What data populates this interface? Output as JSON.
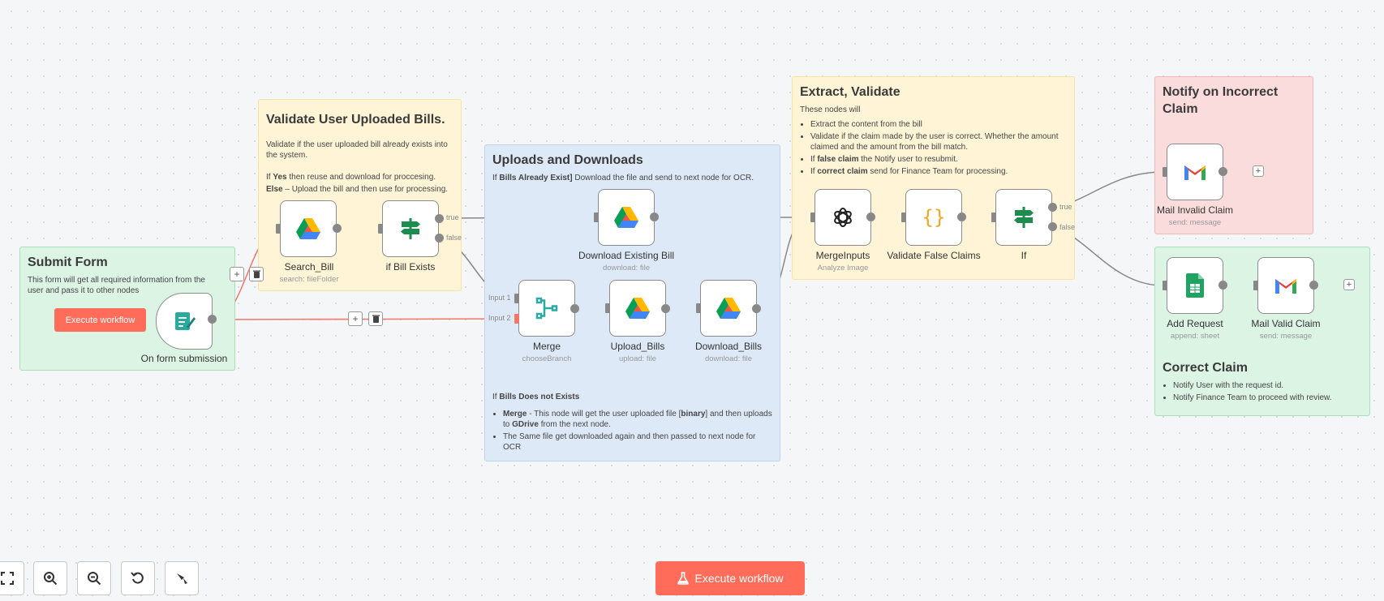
{
  "notes": {
    "validate": {
      "title": "Validate User Uploaded Bills.",
      "line1": "Validate if the user uploaded bill already exists into the system.",
      "yes_bold": "Yes",
      "line2_pre": "If ",
      "line2_post": " then reuse and download for proccesing.",
      "else_bold": "Else",
      "line3_post": " – Upload the bill and then use for processing."
    },
    "uploads": {
      "title": "Uploads and Downloads",
      "intro_pre": "If ",
      "intro_bold": "Bills Already Exist]",
      "intro_post": " Download the file and send to next node for OCR.",
      "section_pre": "If ",
      "section_bold": "Bills Does not Exists",
      "bullet1_bold": "Merge",
      "bullet1_a": " - This node will get the user uploaded file [",
      "bullet1_bold2": "binary",
      "bullet1_b": "] and then uploads to ",
      "bullet1_bold3": "GDrive",
      "bullet1_c": " from the next node.",
      "bullet2": "The Same file get downloaded again and then passed to next node for OCR"
    },
    "submit": {
      "title": "Submit Form",
      "text": "This form will get all required information from the user and pass it to other nodes",
      "button": "Execute workflow"
    },
    "extract": {
      "title": "Extract, Validate",
      "intro": "These nodes will",
      "b1": "Extract the content from the bill",
      "b2": "Validate if the claim made by the user is correct. Whether the amount claimed and the amount from the bill match.",
      "b3_pre": "If ",
      "b3_bold": "false claim",
      "b3_post": " the Notify user to resubmit.",
      "b4_pre": "If ",
      "b4_bold": "correct claim",
      "b4_post": " send for Finance Team for processing."
    },
    "notify": {
      "title": "Notify on Incorrect Claim"
    },
    "correct": {
      "title": "Correct Claim",
      "b1": "Notify User with the request id.",
      "b2": "Notify Finance Team to proceed with review."
    }
  },
  "nodes": {
    "form": {
      "label": "On form submission",
      "icon": "form-icon"
    },
    "search": {
      "label": "Search_Bill",
      "sub": "search: fileFolder",
      "icon": "google-drive-icon"
    },
    "ifexists": {
      "label": "if Bill Exists",
      "icon": "if-signpost-icon"
    },
    "dlexisting": {
      "label": "Download Existing Bill",
      "sub": "download: file",
      "icon": "google-drive-icon"
    },
    "merge": {
      "label": "Merge",
      "sub": "chooseBranch",
      "icon": "merge-icon"
    },
    "upload": {
      "label": "Upload_Bills",
      "sub": "upload: file",
      "icon": "google-drive-icon"
    },
    "download": {
      "label": "Download_Bills",
      "sub": "download: file",
      "icon": "google-drive-icon"
    },
    "mergeinputs": {
      "label": "MergeInputs",
      "sub": "Analyze Image",
      "icon": "openai-icon"
    },
    "validatefalse": {
      "label": "Validate False Claims",
      "icon": "code-braces-icon"
    },
    "if": {
      "label": "If",
      "icon": "if-signpost-icon"
    },
    "mailinvalid": {
      "label": "Mail Invalid Claim",
      "sub": "send: message",
      "icon": "gmail-icon"
    },
    "addrequest": {
      "label": "Add Request",
      "sub": "append: sheet",
      "icon": "google-sheets-icon"
    },
    "mailvalid": {
      "label": "Mail Valid Claim",
      "sub": "send: message",
      "icon": "gmail-icon"
    }
  },
  "edges": {
    "true_label": "true",
    "false_label": "false",
    "input1": "Input 1",
    "input2": "Input 2"
  },
  "toolbar": {
    "execute": "Execute workflow"
  },
  "colors": {
    "accent": "#ff6d5a",
    "yellow_note": "#fff5d6",
    "blue_note": "#dde9f7",
    "green_note": "#dcf4e4",
    "pink_note": "#fbdcdc"
  }
}
